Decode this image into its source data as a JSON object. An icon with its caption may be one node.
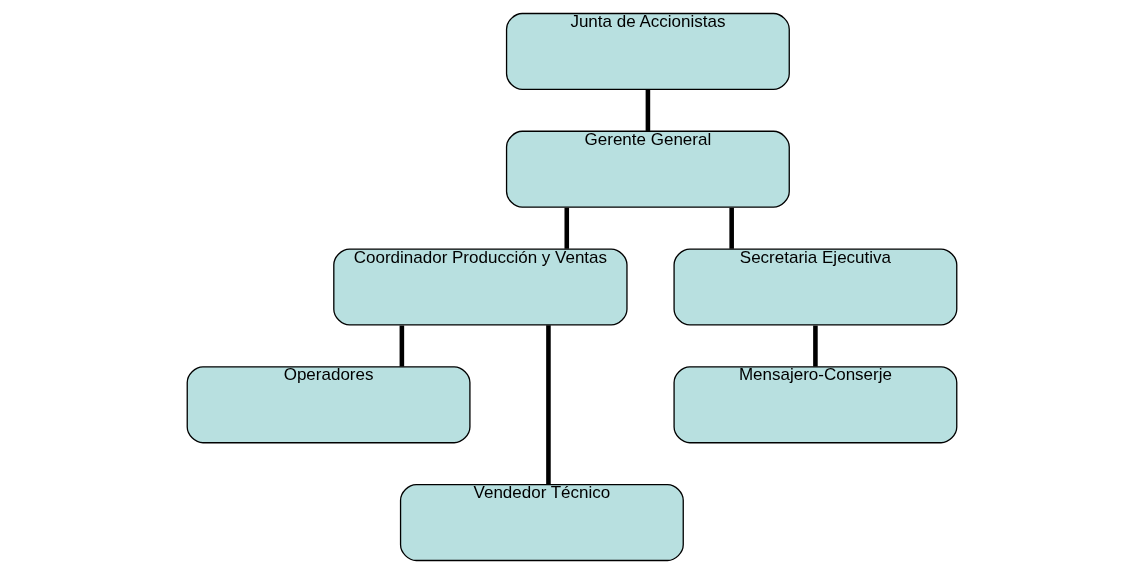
{
  "diagram": {
    "nodes": [
      {
        "text": [
          "Junta de Accionistas"
        ]
      },
      {
        "text": [
          "Gerente General"
        ]
      },
      {
        "text": [
          "Coordinador Producción y Ventas"
        ]
      },
      {
        "text": [
          "Secretaria Ejecutiva"
        ]
      },
      {
        "text": [
          "Operadores"
        ]
      },
      {
        "text": [
          "Mensajero-Conserje"
        ]
      },
      {
        "text": [
          "Vendedor Técnico"
        ]
      }
    ],
    "edges": [
      {
        "from": 0,
        "to": 1,
        "arrow": "none"
      },
      {
        "from": 1,
        "to": 2,
        "arrow": "none"
      },
      {
        "from": 1,
        "to": 3,
        "arrow": "none"
      },
      {
        "from": 2,
        "to": 4,
        "arrow": "none"
      },
      {
        "from": 2,
        "to": 6,
        "arrow": "none"
      },
      {
        "from": 3,
        "to": 5,
        "arrow": "none"
      }
    ]
  }
}
